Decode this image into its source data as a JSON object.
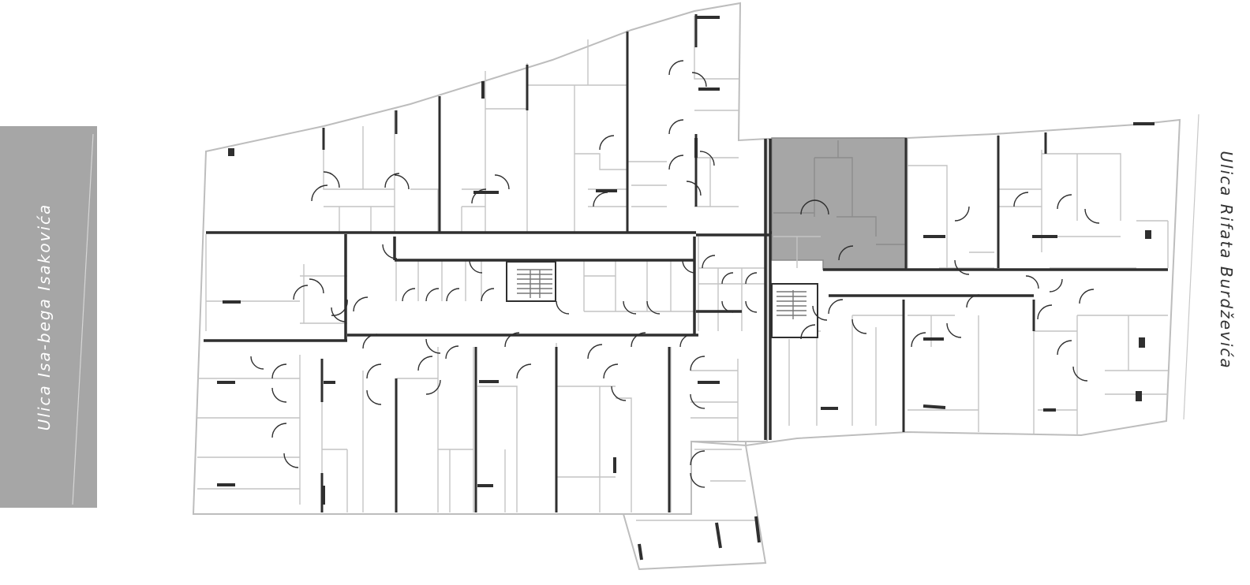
{
  "streets": {
    "left": "Ulica Isa-bega Isakovića",
    "right": "Ulica Rifata Burdževića"
  },
  "colors": {
    "street_band": "#a6a6a6",
    "highlighted_unit": "#a6a6a6",
    "wall": "#2f2f2f",
    "outline": "#bdbdbd",
    "label_left": "#ffffff",
    "label_right": "#333333"
  },
  "highlighted_unit": {
    "name": "selected-apartment"
  }
}
